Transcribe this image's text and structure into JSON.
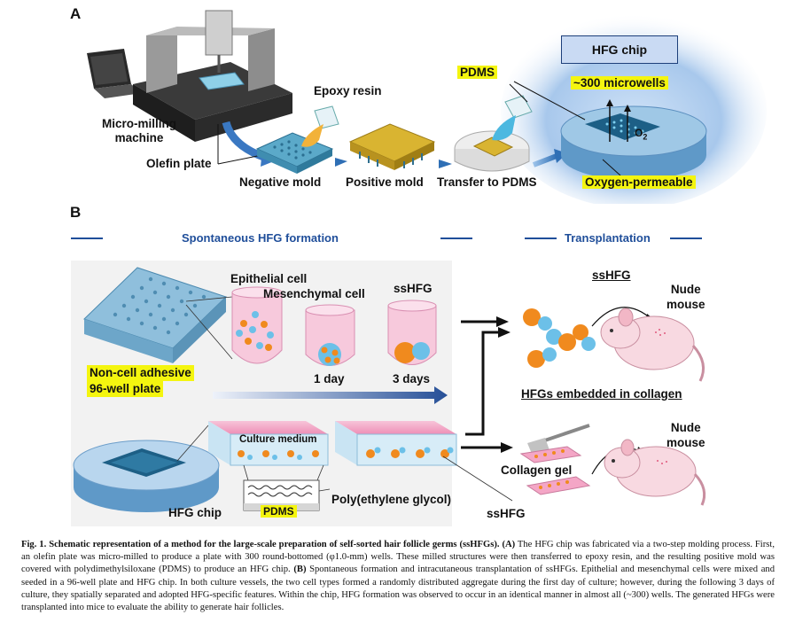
{
  "panels": {
    "a": "A",
    "b": "B"
  },
  "panel_a": {
    "micro_milling_machine": "Micro-milling machine",
    "olefin_plate": "Olefin plate",
    "epoxy_resin": "Epoxy resin",
    "pdms": "PDMS",
    "hfg_chip": "HFG chip",
    "microwells": "~300 microwells",
    "o2": "O",
    "o2_sub": "2",
    "negative_mold": "Negative mold",
    "positive_mold": "Positive mold",
    "transfer_to_pdms": "Transfer to PDMS",
    "oxygen_permeable": "Oxygen-permeable"
  },
  "panel_b": {
    "section_spontaneous": "Spontaneous HFG formation",
    "section_transplantation": "Transplantation",
    "epithelial_cell": "Epithelial cell",
    "mesenchymal_cell": "Mesenchymal cell",
    "sshfg_top": "ssHFG",
    "one_day": "1 day",
    "three_days": "3 days",
    "non_cell_adhesive_1": "Non-cell adhesive",
    "non_cell_adhesive_2": "96-well plate",
    "sshfg_right": "ssHFG",
    "nude_mouse_1a": "Nude",
    "nude_mouse_1b": "mouse",
    "hfgs_embedded": "HFGs embedded in collagen",
    "culture_medium": "Culture medium",
    "poly_ethylene_glycol": "Poly(ethylene glycol)",
    "pdms": "PDMS",
    "hfg_chip": "HFG chip",
    "collagen_gel": "Collagen gel",
    "sshfg_bottom": "ssHFG",
    "nude_mouse_2a": "Nude",
    "nude_mouse_2b": "mouse"
  },
  "caption": {
    "fig_label": "Fig. 1.",
    "bold_title": "Schematic representation of a method for the large-scale preparation of self-sorted hair follicle germs (ssHFGs). (A)",
    "text_a": " The HFG chip was fabricated via a two-step molding process. First, an olefin plate was micro-milled to produce a plate with 300 round-bottomed (φ1.0-mm) wells. These milled structures were then transferred to epoxy resin, and the resulting positive mold was covered with polydimethylsiloxane (PDMS) to produce an HFG chip. ",
    "bold_b": "(B)",
    "text_b": " Spontaneous formation and intracutaneous transplantation of ssHFGs. Epithelial and mesenchymal cells were mixed and seeded in a 96-well plate and HFG chip. In both culture vessels, the two cell types formed a randomly distributed aggregate during the first day of culture; however, during the following 3 days of culture, they spatially separated and adopted HFG-specific features. Within the chip, HFG formation was observed to occur in an identical manner in almost all (~300) wells. The generated HFGs were transplanted into mice to evaluate the ability to generate hair follicles."
  },
  "colors": {
    "accent_blue": "#1f4e9a",
    "highlight_yellow": "#f4f50f",
    "chip_blue": "#7fb3dc",
    "epithelial_orange": "#f08a1e",
    "mesenchymal_blue": "#6cc0e8",
    "pink_medium": "#f4a6c6",
    "mold_gold": "#d9b431"
  },
  "icons": [
    "micro-milling-machine-icon",
    "laptop-icon",
    "well-plate-icon",
    "mouse-icon",
    "forceps-icon"
  ]
}
